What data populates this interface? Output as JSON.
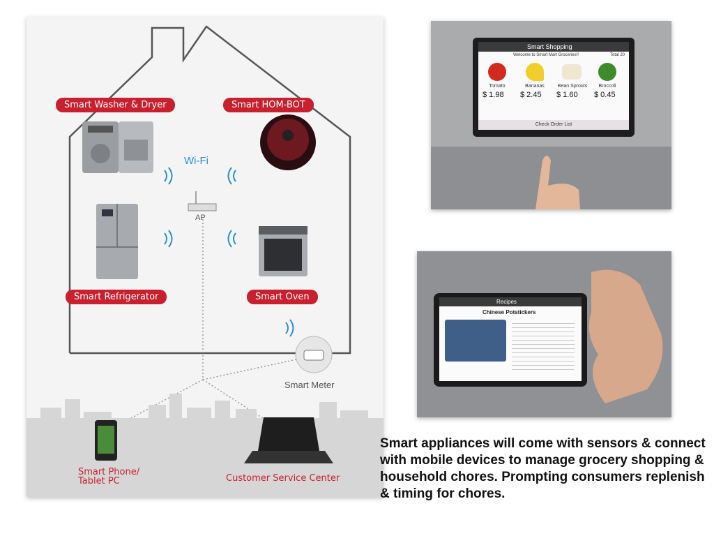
{
  "house": {
    "labels": {
      "washer": "Smart Washer & Dryer",
      "hombot": "Smart HOM-BOT",
      "refrigerator": "Smart Refrigerator",
      "oven": "Smart Oven",
      "meter": "Smart Meter",
      "wifi": "Wi-Fi",
      "ap": "AP",
      "phone": "Smart Phone/\nTablet PC",
      "service": "Customer Service Center"
    },
    "colors": {
      "accent": "#c8202f",
      "wifi": "#2a8fd8"
    }
  },
  "fridge_screen": {
    "title": "Smart Shopping",
    "welcome": "Welcome to Smart Mart Groceries!!",
    "total": "Total 20",
    "items": [
      {
        "name": "Tomato",
        "price": "$ 1.98"
      },
      {
        "name": "Bananas",
        "price": "$ 2.45"
      },
      {
        "name": "Bean Sprouts",
        "price": "$ 1.60"
      },
      {
        "name": "Broccoli",
        "price": "$ 0.45"
      }
    ],
    "button": "Check Order List"
  },
  "recipe_screen": {
    "title": "Recipes",
    "dish": "Chinese Potstickers"
  },
  "caption": "Smart appliances will come with sensors & connect with mobile devices to manage grocery shopping & household chores. Prompting consumers replenish & timing for chores."
}
